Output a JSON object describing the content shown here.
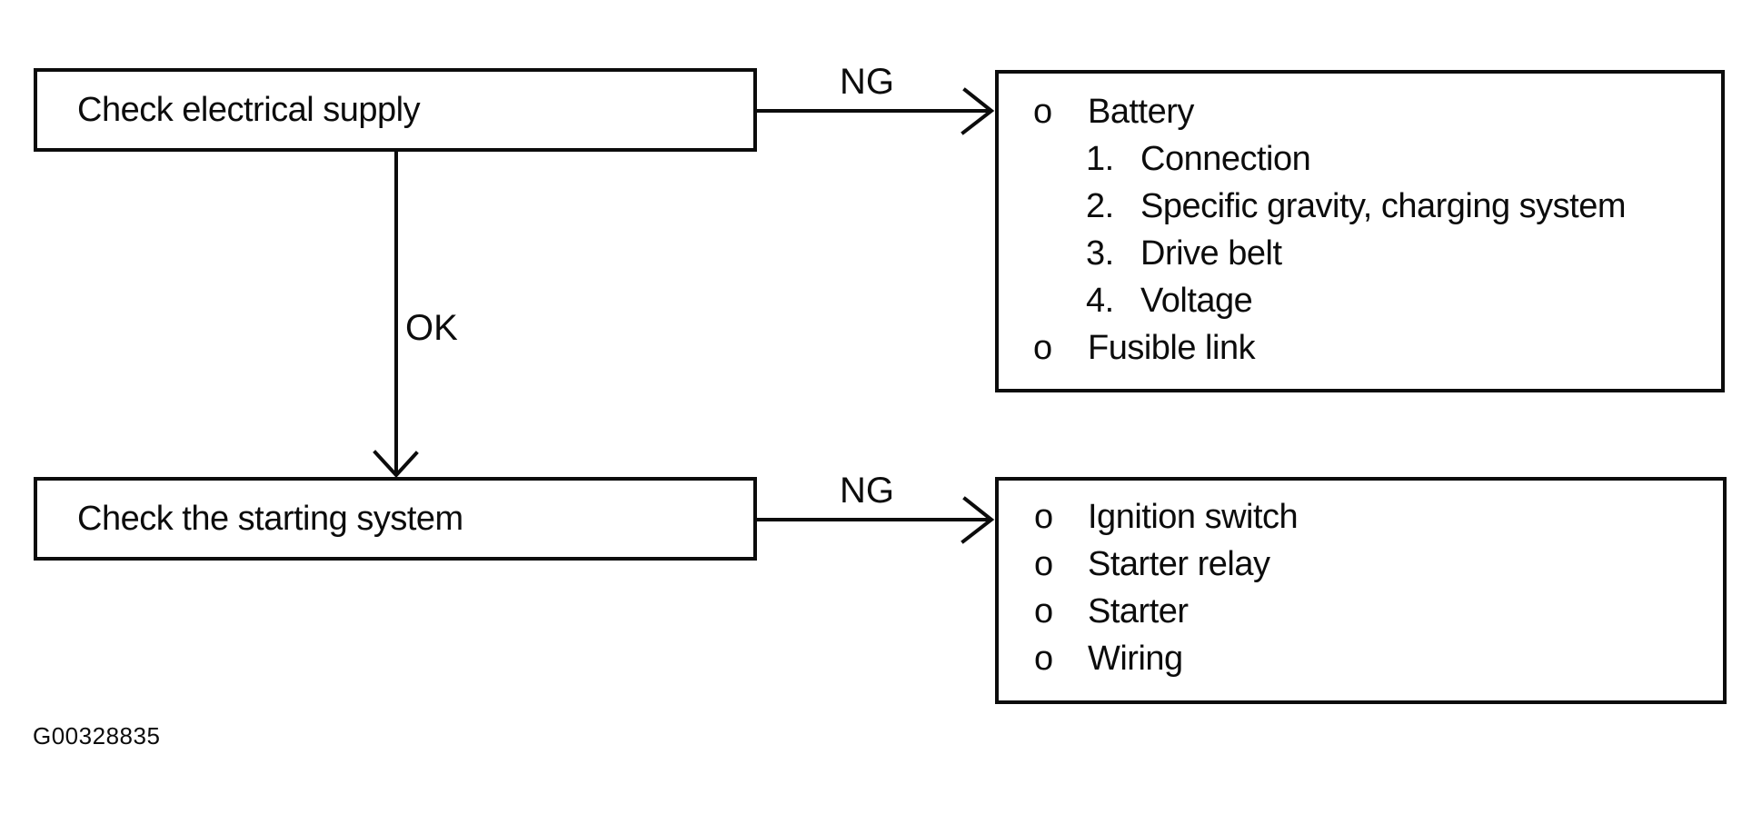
{
  "page": {
    "background": "#ffffff",
    "ink": "#0c0c0c"
  },
  "flowchart": {
    "steps": {
      "step1": {
        "label": "Check electrical supply"
      },
      "step2": {
        "label": "Check the starting system"
      }
    },
    "connectors": {
      "step1_ng": {
        "label": "NG"
      },
      "step1_ok": {
        "label": "OK"
      },
      "step2_ng": {
        "label": "NG"
      }
    },
    "electrical_causes": {
      "items": [
        {
          "marker": "o",
          "text": "Battery"
        },
        {
          "marker": "1.",
          "text": "Connection"
        },
        {
          "marker": "2.",
          "text": "Specific gravity, charging system"
        },
        {
          "marker": "3.",
          "text": "Drive belt"
        },
        {
          "marker": "4.",
          "text": "Voltage"
        },
        {
          "marker": "o",
          "text": "Fusible link"
        }
      ]
    },
    "starting_causes": {
      "items": [
        {
          "marker": "o",
          "text": "Ignition switch"
        },
        {
          "marker": "o",
          "text": "Starter relay"
        },
        {
          "marker": "o",
          "text": "Starter"
        },
        {
          "marker": "o",
          "text": "Wiring"
        }
      ]
    },
    "figure_code": "G00328835"
  }
}
